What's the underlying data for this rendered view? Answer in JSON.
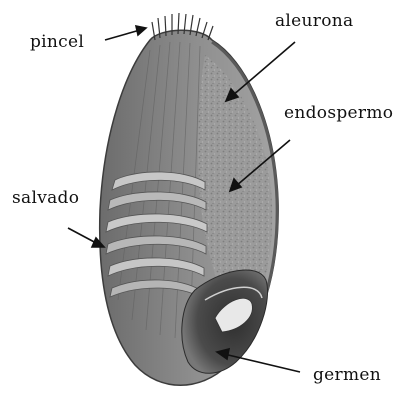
{
  "labels": {
    "pincel": "pincel",
    "aleurona": "aleurona",
    "endospermo": "endospermo",
    "salvado": "salvado",
    "germen": "germen"
  },
  "colors": {
    "background": "#ffffff",
    "kernel_bran": "#8a8a8a",
    "kernel_endosperm": "#9a9a9a",
    "kernel_dark": "#4a4a4a",
    "label_text": "#111111"
  }
}
